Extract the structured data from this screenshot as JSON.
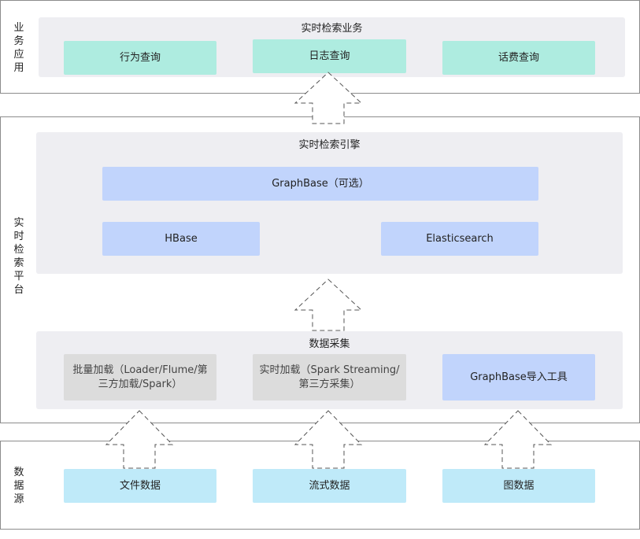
{
  "business_layer": {
    "label": "业\n务\n应\n用",
    "panel_title": "实时检索业务",
    "items": [
      "行为查询",
      "日志查询",
      "话费查询"
    ]
  },
  "platform_layer": {
    "label": "实\n时\n检\n索\n平\n台",
    "engine": {
      "title": "实时检索引擎",
      "graphbase": "GraphBase（可选）",
      "hbase": "HBase",
      "elasticsearch": "Elasticsearch"
    },
    "collection": {
      "title": "数据采集",
      "batch": "批量加载（Loader/Flume/第三方加载/Spark）",
      "realtime": "实时加载（Spark Streaming/第三方采集）",
      "import_tool": "GraphBase导入工具"
    }
  },
  "source_layer": {
    "label": "数\n据\n源",
    "items": [
      "文件数据",
      "流式数据",
      "图数据"
    ]
  },
  "colors": {
    "business_box": "#aeece0",
    "engine_box": "#c1d4fc",
    "batch_box": "#dcdcdc",
    "source_box": "#bfeaf9",
    "panel": "#eeeef2"
  }
}
